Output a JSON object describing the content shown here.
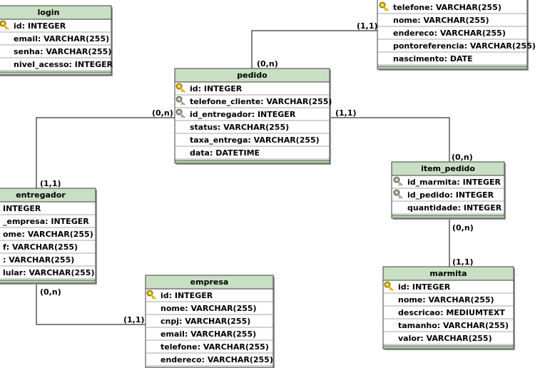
{
  "colors": {
    "header": "#c9dfc4",
    "footer": "#aed0a5",
    "border": "#3c3c3c",
    "row_line": "#8a8a8a",
    "body": "#ffffff",
    "key_gold": "#e1b300",
    "key_gray": "#9e9e9e"
  },
  "tables": {
    "login": {
      "title": "login",
      "fields": [
        {
          "text": "id: INTEGER",
          "key": "pk"
        },
        {
          "text": "email: VARCHAR(255)",
          "key": "none"
        },
        {
          "text": "senha: VARCHAR(255)",
          "key": "none"
        },
        {
          "text": "nivel_acesso: INTEGER",
          "key": "none"
        }
      ]
    },
    "cliente": {
      "title": "",
      "fields": [
        {
          "text": "telefone: VARCHAR(255)",
          "key": "pk"
        },
        {
          "text": "nome: VARCHAR(255)",
          "key": "none"
        },
        {
          "text": "endereco: VARCHAR(255)",
          "key": "none"
        },
        {
          "text": "pontoreferencia: VARCHAR(255)",
          "key": "none"
        },
        {
          "text": "nascimento: DATE",
          "key": "none"
        }
      ]
    },
    "pedido": {
      "title": "pedido",
      "fields": [
        {
          "text": "id: INTEGER",
          "key": "pk"
        },
        {
          "text": "telefone_cliente: VARCHAR(255)",
          "key": "fk"
        },
        {
          "text": "id_entregador: INTEGER",
          "key": "fk"
        },
        {
          "text": "status: VARCHAR(255)",
          "key": "none"
        },
        {
          "text": "taxa_entrega: VARCHAR(255)",
          "key": "none"
        },
        {
          "text": "data: DATETIME",
          "key": "none"
        }
      ]
    },
    "item_pedido": {
      "title": "item_pedido",
      "fields": [
        {
          "text": "id_marmita: INTEGER",
          "key": "fk"
        },
        {
          "text": "id_pedido: INTEGER",
          "key": "fk"
        },
        {
          "text": "quantidade: INTEGER",
          "key": "none"
        }
      ]
    },
    "entregador": {
      "title": "entregador",
      "fields": [
        {
          "text": "INTEGER",
          "key": "none"
        },
        {
          "text": "_empresa: INTEGER",
          "key": "none"
        },
        {
          "text": "ome: VARCHAR(255)",
          "key": "none"
        },
        {
          "text": "f: VARCHAR(255)",
          "key": "none"
        },
        {
          "text": ": VARCHAR(255)",
          "key": "none"
        },
        {
          "text": "lular: VARCHAR(255)",
          "key": "none"
        }
      ]
    },
    "empresa": {
      "title": "empresa",
      "fields": [
        {
          "text": "id: INTEGER",
          "key": "pk"
        },
        {
          "text": "nome: VARCHAR(255)",
          "key": "none"
        },
        {
          "text": "cnpj: VARCHAR(255)",
          "key": "none"
        },
        {
          "text": "email: VARCHAR(255)",
          "key": "none"
        },
        {
          "text": "telefone: VARCHAR(255)",
          "key": "none"
        },
        {
          "text": "endereco: VARCHAR(255)",
          "key": "none"
        }
      ]
    },
    "marmita": {
      "title": "marmita",
      "fields": [
        {
          "text": "id: INTEGER",
          "key": "pk"
        },
        {
          "text": "nome: VARCHAR(255)",
          "key": "none"
        },
        {
          "text": "descricao: MEDIUMTEXT",
          "key": "none"
        },
        {
          "text": "tamanho: VARCHAR(255)",
          "key": "none"
        },
        {
          "text": "valor: VARCHAR(255)",
          "key": "none"
        }
      ]
    }
  },
  "relationships": [
    {
      "id": "cliente-pedido",
      "from_card": "(1,1)",
      "to_card": "(0,n)"
    },
    {
      "id": "pedido-item",
      "from_card": "(1,1)",
      "to_card": "(0,n)"
    },
    {
      "id": "entregador-pedido",
      "from_card": "(1,1)",
      "to_card": "(0,n)"
    },
    {
      "id": "marmita-item",
      "from_card": "(1,1)",
      "to_card": "(0,n)"
    },
    {
      "id": "empresa-entregador",
      "from_card": "(1,1)",
      "to_card": "(0,n)"
    }
  ]
}
